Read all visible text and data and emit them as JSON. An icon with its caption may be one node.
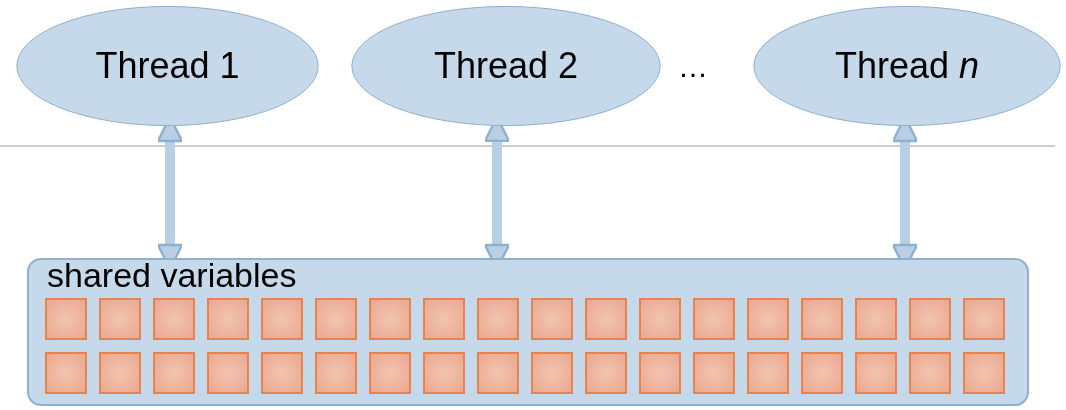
{
  "diagram": {
    "nodes": [
      {
        "text": [
          "Thread 1"
        ]
      },
      {
        "text": [
          "Thread 2"
        ]
      },
      {
        "text": [
          "Thread *n*"
        ]
      },
      {
        "text": [
          "shared variables"
        ]
      },
      {
        "text": [],
        "shape": "box",
        "in": 3
      },
      {
        "text": [],
        "shape": "box",
        "in": 3
      },
      {
        "text": [],
        "shape": "box",
        "in": 3
      },
      {
        "text": [],
        "shape": "box",
        "in": 3
      },
      {
        "text": [],
        "shape": "box",
        "in": 3
      },
      {
        "text": [],
        "shape": "box",
        "in": 3
      },
      {
        "text": [],
        "shape": "box",
        "in": 3
      },
      {
        "text": [],
        "shape": "box",
        "in": 3
      },
      {
        "text": [],
        "shape": "box",
        "in": 3
      },
      {
        "text": [],
        "shape": "box",
        "in": 3
      },
      {
        "text": [],
        "shape": "box",
        "in": 3
      },
      {
        "text": [],
        "shape": "box",
        "in": 3
      },
      {
        "text": [],
        "shape": "box",
        "in": 3
      },
      {
        "text": [],
        "shape": "box",
        "in": 3
      },
      {
        "text": [],
        "shape": "box",
        "in": 3
      },
      {
        "text": [],
        "shape": "box",
        "in": 3
      },
      {
        "text": [],
        "shape": "box",
        "in": 3
      },
      {
        "text": [],
        "shape": "box",
        "in": 3
      },
      {
        "text": [],
        "shape": "box",
        "in": 3
      },
      {
        "text": [],
        "shape": "box",
        "in": 3
      },
      {
        "text": [],
        "shape": "box",
        "in": 3
      },
      {
        "text": [],
        "shape": "box",
        "in": 3
      },
      {
        "text": [],
        "shape": "box",
        "in": 3
      },
      {
        "text": [],
        "shape": "box",
        "in": 3
      },
      {
        "text": [],
        "shape": "box",
        "in": 3
      },
      {
        "text": [],
        "shape": "box",
        "in": 3
      },
      {
        "text": [],
        "shape": "box",
        "in": 3
      },
      {
        "text": [],
        "shape": "box",
        "in": 3
      },
      {
        "text": [],
        "shape": "box",
        "in": 3
      },
      {
        "text": [],
        "shape": "box",
        "in": 3
      },
      {
        "text": [],
        "shape": "box",
        "in": 3
      },
      {
        "text": [],
        "shape": "box",
        "in": 3
      },
      {
        "text": [],
        "shape": "box",
        "in": 3
      },
      {
        "text": [],
        "shape": "box",
        "in": 3
      },
      {
        "text": [],
        "shape": "box",
        "in": 3
      },
      {
        "text": [],
        "shape": "box",
        "in": 3
      }
    ],
    "edges": [
      {
        "from": 0,
        "to": 3,
        "arrow": "both"
      },
      {
        "from": 1,
        "to": 3,
        "arrow": "both"
      },
      {
        "from": 2,
        "to": 3,
        "arrow": "both"
      }
    ],
    "labels": [
      "…"
    ]
  }
}
